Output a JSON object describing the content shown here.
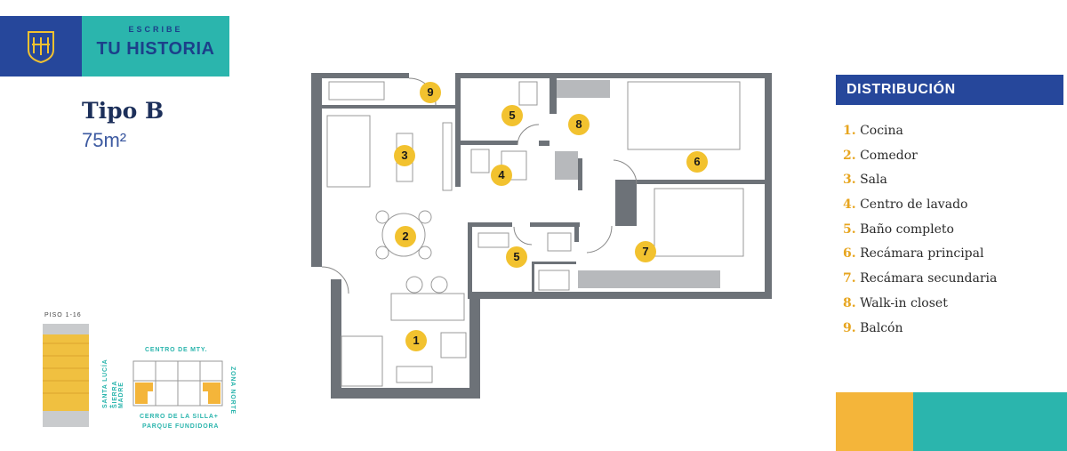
{
  "logo": {
    "small_text": "ESCRIBE",
    "big_text": "TU HISTORIA",
    "mark_icon": "building-crest-icon"
  },
  "unit": {
    "type_label": "Tipo B",
    "area": "75m²"
  },
  "distribution": {
    "title": "DISTRIBUCIÓN",
    "items": [
      {
        "num": "1.",
        "label": "Cocina"
      },
      {
        "num": "2.",
        "label": "Comedor"
      },
      {
        "num": "3.",
        "label": "Sala"
      },
      {
        "num": "4.",
        "label": "Centro de lavado"
      },
      {
        "num": "5.",
        "label": "Baño completo"
      },
      {
        "num": "6.",
        "label": "Recámara principal"
      },
      {
        "num": "7.",
        "label": "Recámara secundaria"
      },
      {
        "num": "8.",
        "label": "Walk-in closet"
      },
      {
        "num": "9.",
        "label": "Balcón"
      }
    ]
  },
  "plan_markers": [
    "9",
    "5",
    "8",
    "3",
    "4",
    "6",
    "2",
    "5",
    "7",
    "1"
  ],
  "building": {
    "floors": "PISO 1-16",
    "orient_top": "CENTRO DE MTY.",
    "orient_bottom_1": "CERRO DE LA SILLA+",
    "orient_bottom_2": "PARQUE FUNDIDORA",
    "orient_left_1": "SANTA LUCÍA +",
    "orient_left_2": "SIERRA MADRE",
    "orient_right": "ZONA NORTE"
  },
  "colors": {
    "navy": "#26479b",
    "teal": "#2bb5ad",
    "yellow": "#f4b53a",
    "wall": "#6d7278"
  }
}
